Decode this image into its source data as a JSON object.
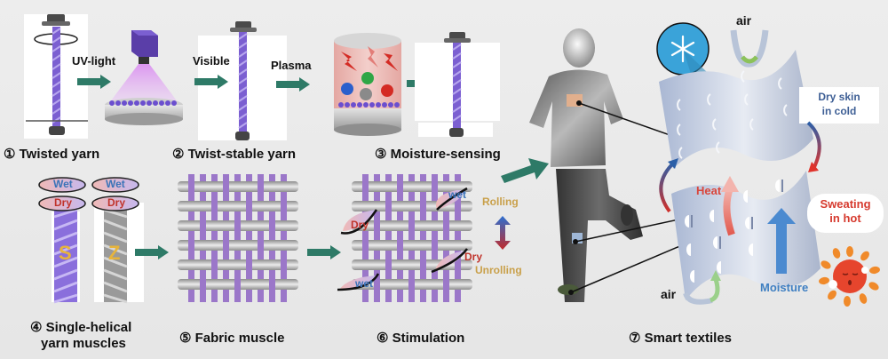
{
  "colors": {
    "background": "#ebebeb",
    "arrow_teal": "#2e7a67",
    "yarn_purple": "#7b5fd1",
    "fabric_purple": "#9b77c9",
    "fabric_gray": "#bdbdbd",
    "wet_blue": "#3a73b8",
    "dry_red": "#c0342c",
    "rolling_gold": "#c9a04a",
    "heat_red": "#d9463c",
    "moisture_blue": "#3f7fc2",
    "snow_blue": "#3aa3d9"
  },
  "steps": [
    {
      "number": "①",
      "label": "Twisted yarn"
    },
    {
      "number": "②",
      "label": "Twist-stable yarn"
    },
    {
      "number": "③",
      "label": "Moisture-sensing"
    },
    {
      "number": "④",
      "label": "Single-helical",
      "label2": "yarn muscles"
    },
    {
      "number": "⑤",
      "label": "Fabric muscle"
    },
    {
      "number": "⑥",
      "label": "Stimulation"
    },
    {
      "number": "⑦",
      "label": "Smart textiles"
    }
  ],
  "process_labels": {
    "uv": "UV-light",
    "visible": "Visible",
    "plasma": "Plasma"
  },
  "yarn_muscles": {
    "s_yarn": {
      "letter": "S",
      "top": "Wet",
      "bottom": "Dry"
    },
    "z_yarn": {
      "letter": "Z",
      "top": "Wet",
      "bottom": "Dry"
    }
  },
  "stimulation": {
    "labels": [
      "wet",
      "Dry",
      "Dry",
      "wet"
    ],
    "rolling": "Rolling",
    "unrolling": "Unrolling"
  },
  "smart_textiles": {
    "air_top": "air",
    "air_bottom": "air",
    "dry_skin": [
      "Dry skin",
      "in cold"
    ],
    "sweating": [
      "Sweating",
      "in hot"
    ],
    "heat": "Heat",
    "moisture": "Moisture",
    "icons": [
      "snowflake-icon",
      "sun-icon"
    ]
  }
}
